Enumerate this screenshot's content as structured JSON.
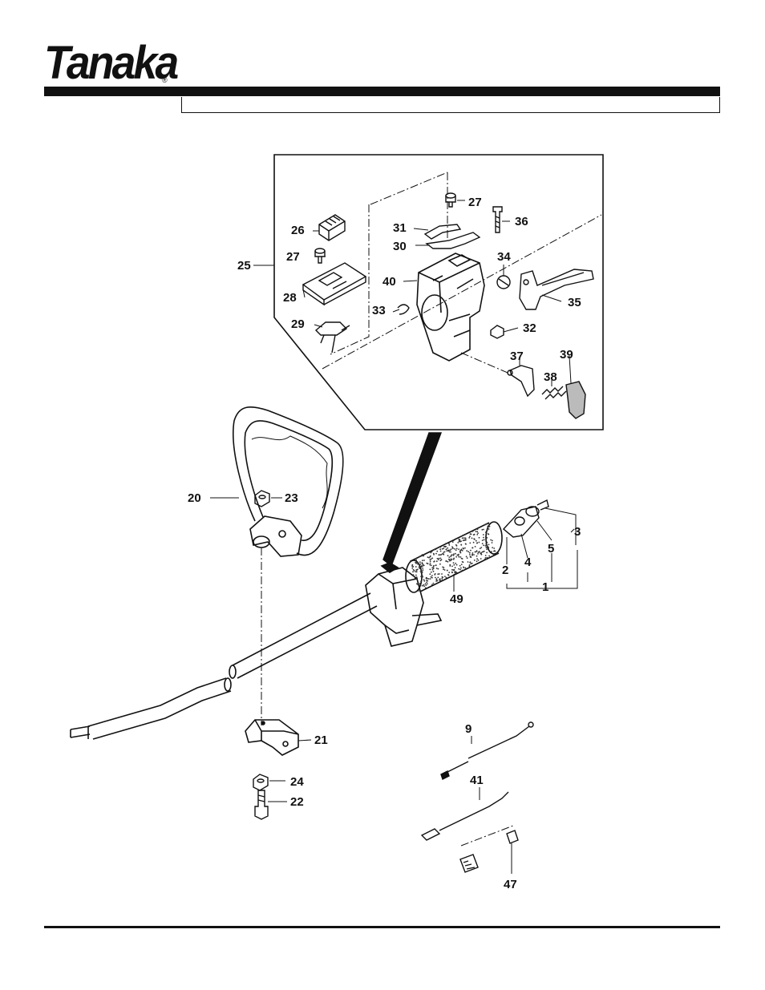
{
  "brand": {
    "name": "Tanaka",
    "registered_mark": "®"
  },
  "title_box": {
    "text": ""
  },
  "parts": {
    "p1": "1",
    "p2": "2",
    "p3": "3",
    "p4": "4",
    "p5": "5",
    "p9": "9",
    "p20": "20",
    "p21": "21",
    "p22": "22",
    "p23": "23",
    "p24": "24",
    "p25": "25",
    "p26": "26",
    "p27a": "27",
    "p27b": "27",
    "p28": "28",
    "p29": "29",
    "p30": "30",
    "p31": "31",
    "p32": "32",
    "p33": "33",
    "p34": "34",
    "p35": "35",
    "p36": "36",
    "p37": "37",
    "p38": "38",
    "p39": "39",
    "p40": "40",
    "p41": "41",
    "p47": "47",
    "p49": "49"
  }
}
